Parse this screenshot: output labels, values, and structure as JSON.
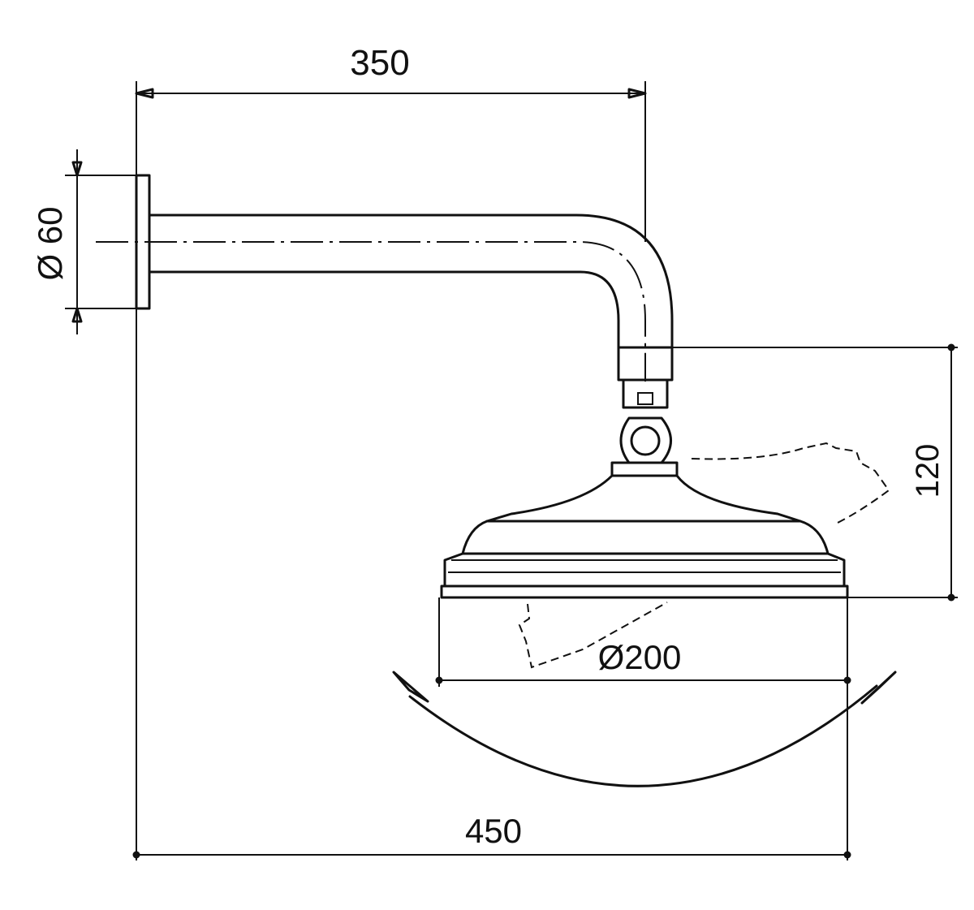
{
  "drawing": {
    "subject": "shower-arm-with-rose-head",
    "dimensions": {
      "arm_length": "350",
      "flange_diameter": "Ø 60",
      "head_height": "120",
      "head_diameter": "Ø200",
      "overall_projection": "450"
    },
    "line_color": "#111111",
    "background": "#ffffff"
  }
}
